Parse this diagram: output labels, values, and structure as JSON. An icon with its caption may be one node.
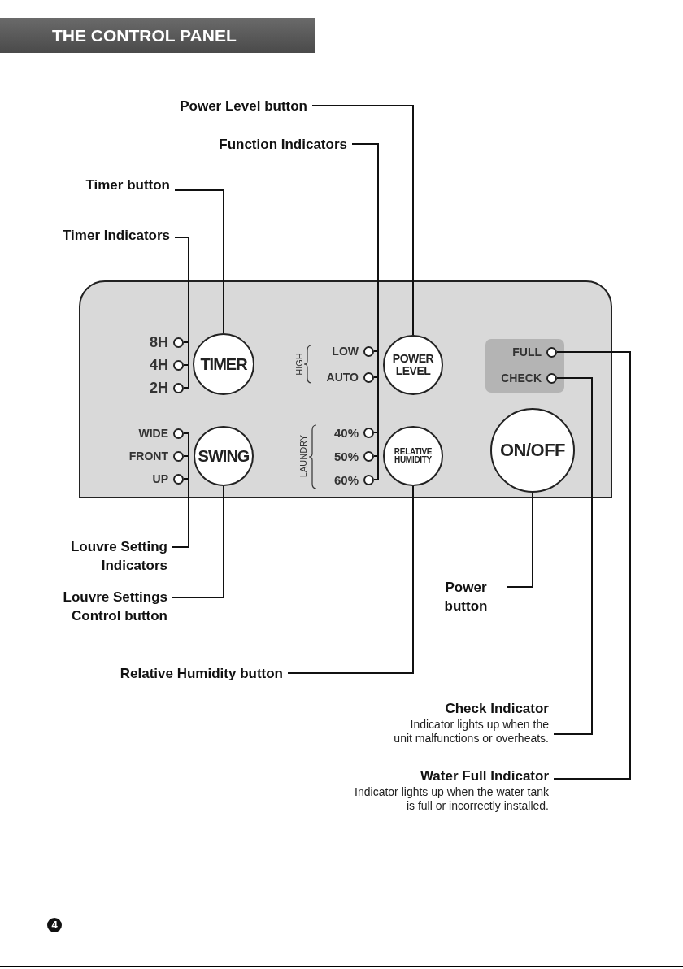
{
  "diagram": {
    "title": "THE CONTROL PANEL",
    "nodes": [
      {
        "text": [],
        "shape": "box"
      },
      {
        "text": [
          "8H"
        ],
        "in": 0
      },
      {
        "text": [
          "4H"
        ],
        "in": 0
      },
      {
        "text": [
          "2H"
        ],
        "in": 0
      },
      {
        "text": [
          "TIMER"
        ],
        "in": 0
      },
      {
        "text": [
          "LOW"
        ],
        "in": 0
      },
      {
        "text": [
          "AUTO"
        ],
        "in": 0
      },
      {
        "text": [
          "POWER LEVEL"
        ],
        "in": 0
      },
      {
        "text": [],
        "shape": "box",
        "in": 0
      },
      {
        "text": [
          "FULL"
        ],
        "in": 8
      },
      {
        "text": [
          "CHECK"
        ],
        "in": 8
      },
      {
        "text": [
          "WIDE"
        ],
        "in": 0
      },
      {
        "text": [
          "FRONT"
        ],
        "in": 0
      },
      {
        "text": [
          "UP"
        ],
        "in": 0
      },
      {
        "text": [
          "SWING"
        ],
        "in": 0
      },
      {
        "text": [
          "40%"
        ],
        "in": 0
      },
      {
        "text": [
          "50%"
        ],
        "in": 0
      },
      {
        "text": [
          "60%"
        ],
        "in": 0
      },
      {
        "text": [
          "RELATIVE HUMIDITY"
        ],
        "in": 0
      },
      {
        "text": [
          "ON/OFF"
        ],
        "in": 0
      },
      {
        "text": [
          "Power Level button"
        ]
      },
      {
        "text": [
          "Function Indicators"
        ]
      },
      {
        "text": [
          "Timer button"
        ]
      },
      {
        "text": [
          "Timer Indicators"
        ]
      },
      {
        "text": [
          "Louvre Setting Indicators"
        ]
      },
      {
        "text": [
          "Louvre Settings Control button"
        ]
      },
      {
        "text": [
          "Power button"
        ]
      },
      {
        "text": [
          "Relative Humidity button"
        ]
      },
      {
        "text": [
          "Check Indicator",
          "Indicator lights up when the unit malfunctions or overheats."
        ]
      },
      {
        "text": [
          "Water Full Indicator",
          "Indicator lights up when the water tank is full or incorrectly installed."
        ]
      }
    ],
    "edges": [
      {
        "from": 20,
        "to": 7,
        "arrow": "none"
      },
      {
        "from": 21,
        "to": 5,
        "arrow": "none"
      },
      {
        "from": 21,
        "to": 6,
        "arrow": "none"
      },
      {
        "from": 21,
        "to": 15,
        "arrow": "none"
      },
      {
        "from": 21,
        "to": 16,
        "arrow": "none"
      },
      {
        "from": 21,
        "to": 17,
        "arrow": "none"
      },
      {
        "from": 22,
        "to": 4,
        "arrow": "none"
      },
      {
        "from": 23,
        "to": 1,
        "arrow": "none"
      },
      {
        "from": 23,
        "to": 2,
        "arrow": "none"
      },
      {
        "from": 23,
        "to": 3,
        "arrow": "none"
      },
      {
        "from": 24,
        "to": 11,
        "arrow": "none"
      },
      {
        "from": 24,
        "to": 12,
        "arrow": "none"
      },
      {
        "from": 24,
        "to": 13,
        "arrow": "none"
      },
      {
        "from": 25,
        "to": 14,
        "arrow": "none"
      },
      {
        "from": 26,
        "to": 19,
        "arrow": "none"
      },
      {
        "from": 27,
        "to": 18,
        "arrow": "none"
      },
      {
        "from": 28,
        "to": 10,
        "arrow": "none"
      },
      {
        "from": 29,
        "to": 9,
        "arrow": "none"
      }
    ],
    "labels": [
      "HIGH",
      "LAUNDRY",
      "4"
    ]
  }
}
